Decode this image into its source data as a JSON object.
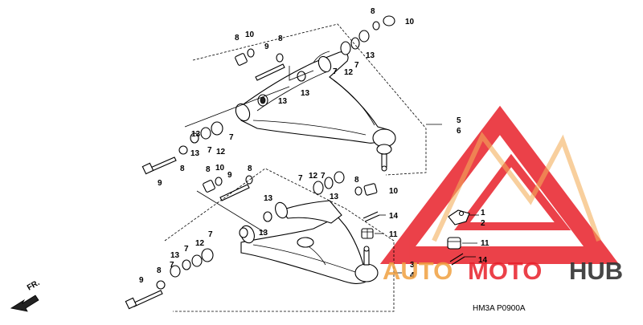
{
  "diagram": {
    "code": "HM3A P0900A",
    "fr_label": "FR.",
    "callouts": {
      "c8a": "8",
      "c10a": "10",
      "c13a": "13",
      "c7a": "7",
      "c7b": "7",
      "c12a": "12",
      "c8b": "8",
      "c10b": "10",
      "c9a": "9",
      "c8c": "8",
      "c13b": "13",
      "c13c": "13",
      "c7c": "7",
      "c12b": "12",
      "c13d": "13",
      "c7d": "7",
      "c13e": "13",
      "c8d": "8",
      "c9b": "9",
      "c8e": "8",
      "c10c": "10",
      "c9c": "9",
      "c8f": "8",
      "c7e": "7",
      "c12c": "12",
      "c7f": "7",
      "c13f": "13",
      "c8g": "8",
      "c10d": "10",
      "c13g": "13",
      "c13h": "13",
      "c7g": "7",
      "c12d": "12",
      "c7h": "7",
      "c13i": "13",
      "c7i": "7",
      "c8h": "8",
      "c9d": "9",
      "c5": "5",
      "c6": "6",
      "c14a": "14",
      "c11a": "11",
      "c1": "1",
      "c2": "2",
      "c11b": "11",
      "c14b": "14",
      "c3": "3",
      "c4": "4"
    }
  },
  "watermark": {
    "word_a": "AUTO",
    "word_b": "MOTO",
    "word_c": "HUB",
    "color_red": "#e8202a",
    "color_orange": "#f0a040",
    "color_gray": "#333333"
  }
}
